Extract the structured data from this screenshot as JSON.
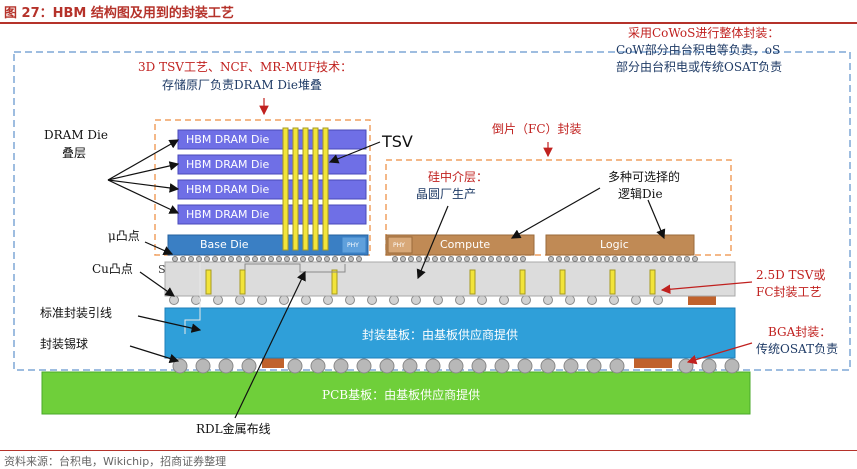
{
  "header": {
    "title": "图 27：HBM 结构图及用到的封装工艺"
  },
  "footer": {
    "source": "资料来源：台积电，Wikichip，招商证券整理"
  },
  "annotations": {
    "tsv_process": "3D TSV工艺、NCF、MR-MUF技术：",
    "tsv_process_owner": "存储原厂负责DRAM Die堆叠",
    "cowos_line1": "采用CoWoS进行整体封装：",
    "cowos_line2": "CoW部分由台积电等负责，oS",
    "cowos_line3": "部分由台积电或传统OSAT负责",
    "flip_chip": "倒片（FC）封装",
    "interposer_title": "硅中介层：",
    "interposer_owner": "晶圆厂生产",
    "logic_choice_1": "多种可选择的",
    "logic_choice_2": "逻辑Die",
    "dram_stack_1": "DRAM Die",
    "dram_stack_2": "叠层",
    "tsv": "TSV",
    "micro_bump": "μ凸点",
    "cu_bump": "Cu凸点",
    "std_lead": "标准封装引线",
    "solder_ball": "封装锡球",
    "rdl": "RDL金属布线",
    "tsv_fc_1": "2.5D TSV或",
    "tsv_fc_2": "FC封装工艺",
    "bga_1": "BGA封装：",
    "bga_2": "传统OSAT负责"
  },
  "components": {
    "dram_dies": [
      "HBM DRAM Die",
      "HBM DRAM Die",
      "HBM DRAM Die",
      "HBM DRAM Die"
    ],
    "base_die": "Base Die",
    "phy": "PHY",
    "compute_die": "Compute",
    "logic_die": "Logic",
    "substrate": "封装基板：由基板供应商提供",
    "pcb": "PCB基板：由基板供应商提供",
    "interposer_mark": "S"
  },
  "colors": {
    "title_red": "#b5322a",
    "annotation_red": "#c0211f",
    "annotation_blue": "#1f3b66",
    "dram_die": "#6f6fe6",
    "base_die": "#3a7fc4",
    "logic_die": "#c08a55",
    "substrate": "#2f9fd9",
    "pcb": "#6fcf3a",
    "tsv": "#f2e43a",
    "frame_blue": "#7fa7d6",
    "frame_orange": "#f0a060"
  }
}
